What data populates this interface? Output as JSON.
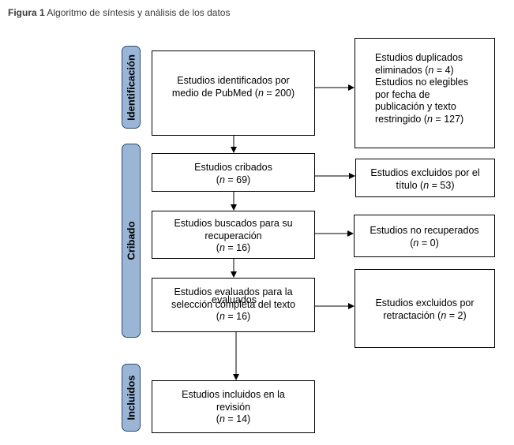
{
  "caption": {
    "label": "Figura 1",
    "text": "Algoritmo de síntesis y análisis de los datos"
  },
  "phases": {
    "identificacion": "Identificación",
    "cribado": "Cribado",
    "incluidos": "Incluidos"
  },
  "boxes": {
    "identified": {
      "l1": "Estudios identificados por",
      "l2a": "medio de PubMed (",
      "l2n": "n",
      "l2b": " = 200)"
    },
    "removed": {
      "l1": "Estudios duplicados",
      "l2a": "eliminados (",
      "l2n": "n",
      "l2b": " = 4)",
      "l3": "Estudios no elegibles",
      "l4": "por fecha de",
      "l5": "publicación y texto",
      "l6a": "restringido (",
      "l6n": "n",
      "l6b": " = 127)"
    },
    "screened": {
      "l1": "Estudios cribados",
      "l2a": "(",
      "l2n": "n",
      "l2b": " = 69)"
    },
    "excluded_title": {
      "l1": "Estudios excluidos por el",
      "l2a": "título (",
      "l2n": "n",
      "l2b": " = 53)"
    },
    "sought": {
      "l1": "Estudios buscados para su",
      "l2": "recuperación",
      "l3a": "(",
      "l3n": "n",
      "l3b": " = 16)"
    },
    "not_retrieved": {
      "l1": "Estudios no recuperados",
      "l2a": "(",
      "l2n": "n",
      "l2b": " = 0)"
    },
    "assessed": {
      "l1": "Estudios evaluados para la",
      "l2": "selección completa del texto",
      "l3a": "(",
      "l3n": "n",
      "l3b": " = 16)",
      "overlay": "evaluados"
    },
    "excluded_retraction": {
      "l1": "Estudios excluidos por",
      "l2a": "retractación (",
      "l2n": "n",
      "l2b": " = 2)"
    },
    "included": {
      "l1": "Estudios incluidos en la",
      "l2": "revisión",
      "l3a": "(",
      "l3n": "n",
      "l3b": " = 14)"
    }
  }
}
